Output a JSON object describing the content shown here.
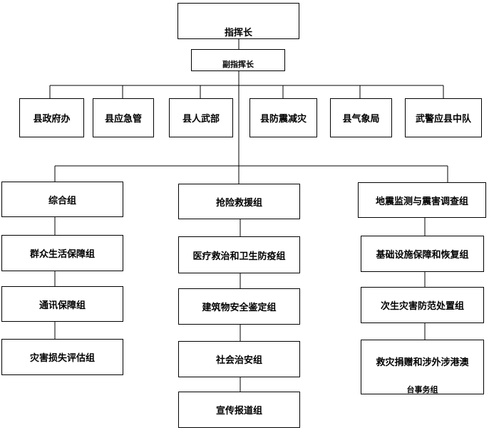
{
  "chart": {
    "commander": "指挥长",
    "deputy": "副指挥长",
    "departments": [
      "县政府办",
      "县应急管",
      "县人武部",
      "县防震减灾",
      "县气象局",
      "武警应县中队"
    ],
    "columns": [
      {
        "head": "综合组",
        "items": [
          "群众生活保障组",
          "通讯保障组",
          "灾害损失评估组"
        ]
      },
      {
        "head": "抢险救援组",
        "items": [
          "医疗救治和卫生防疫组",
          "建筑物安全鉴定组",
          "社会治安组",
          "宣传报道组"
        ]
      },
      {
        "head": "地震监测与震害调查组",
        "items": [
          "基础设施保障和恢复组",
          "次生灾害防范处置组"
        ],
        "last_line1": "救灾捐赠和涉外涉港澳",
        "last_line2": "台事务组"
      }
    ]
  }
}
